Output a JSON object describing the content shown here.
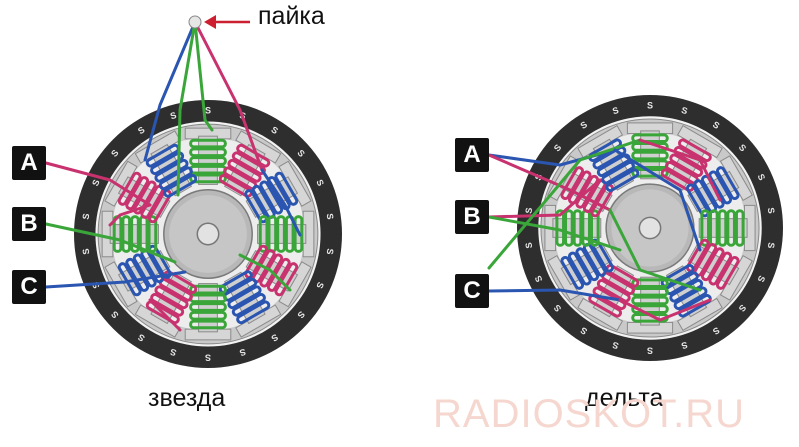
{
  "labels": {
    "phase_a": "A",
    "phase_b": "B",
    "phase_c": "C",
    "solder": "пайка",
    "star": "звезда",
    "delta": "дельта",
    "watermark": "RADIOSKOT.RU",
    "pole_letter": "S"
  },
  "colors": {
    "phase_a": "#c8326e",
    "phase_b": "#3aa63a",
    "phase_c": "#2a55b0",
    "ring": "#2e2e2e",
    "stator": "#c9c9c9",
    "rotor": "#b8b8b8",
    "arrow": "#cc2030",
    "watermark": "#f5d7cf"
  }
}
